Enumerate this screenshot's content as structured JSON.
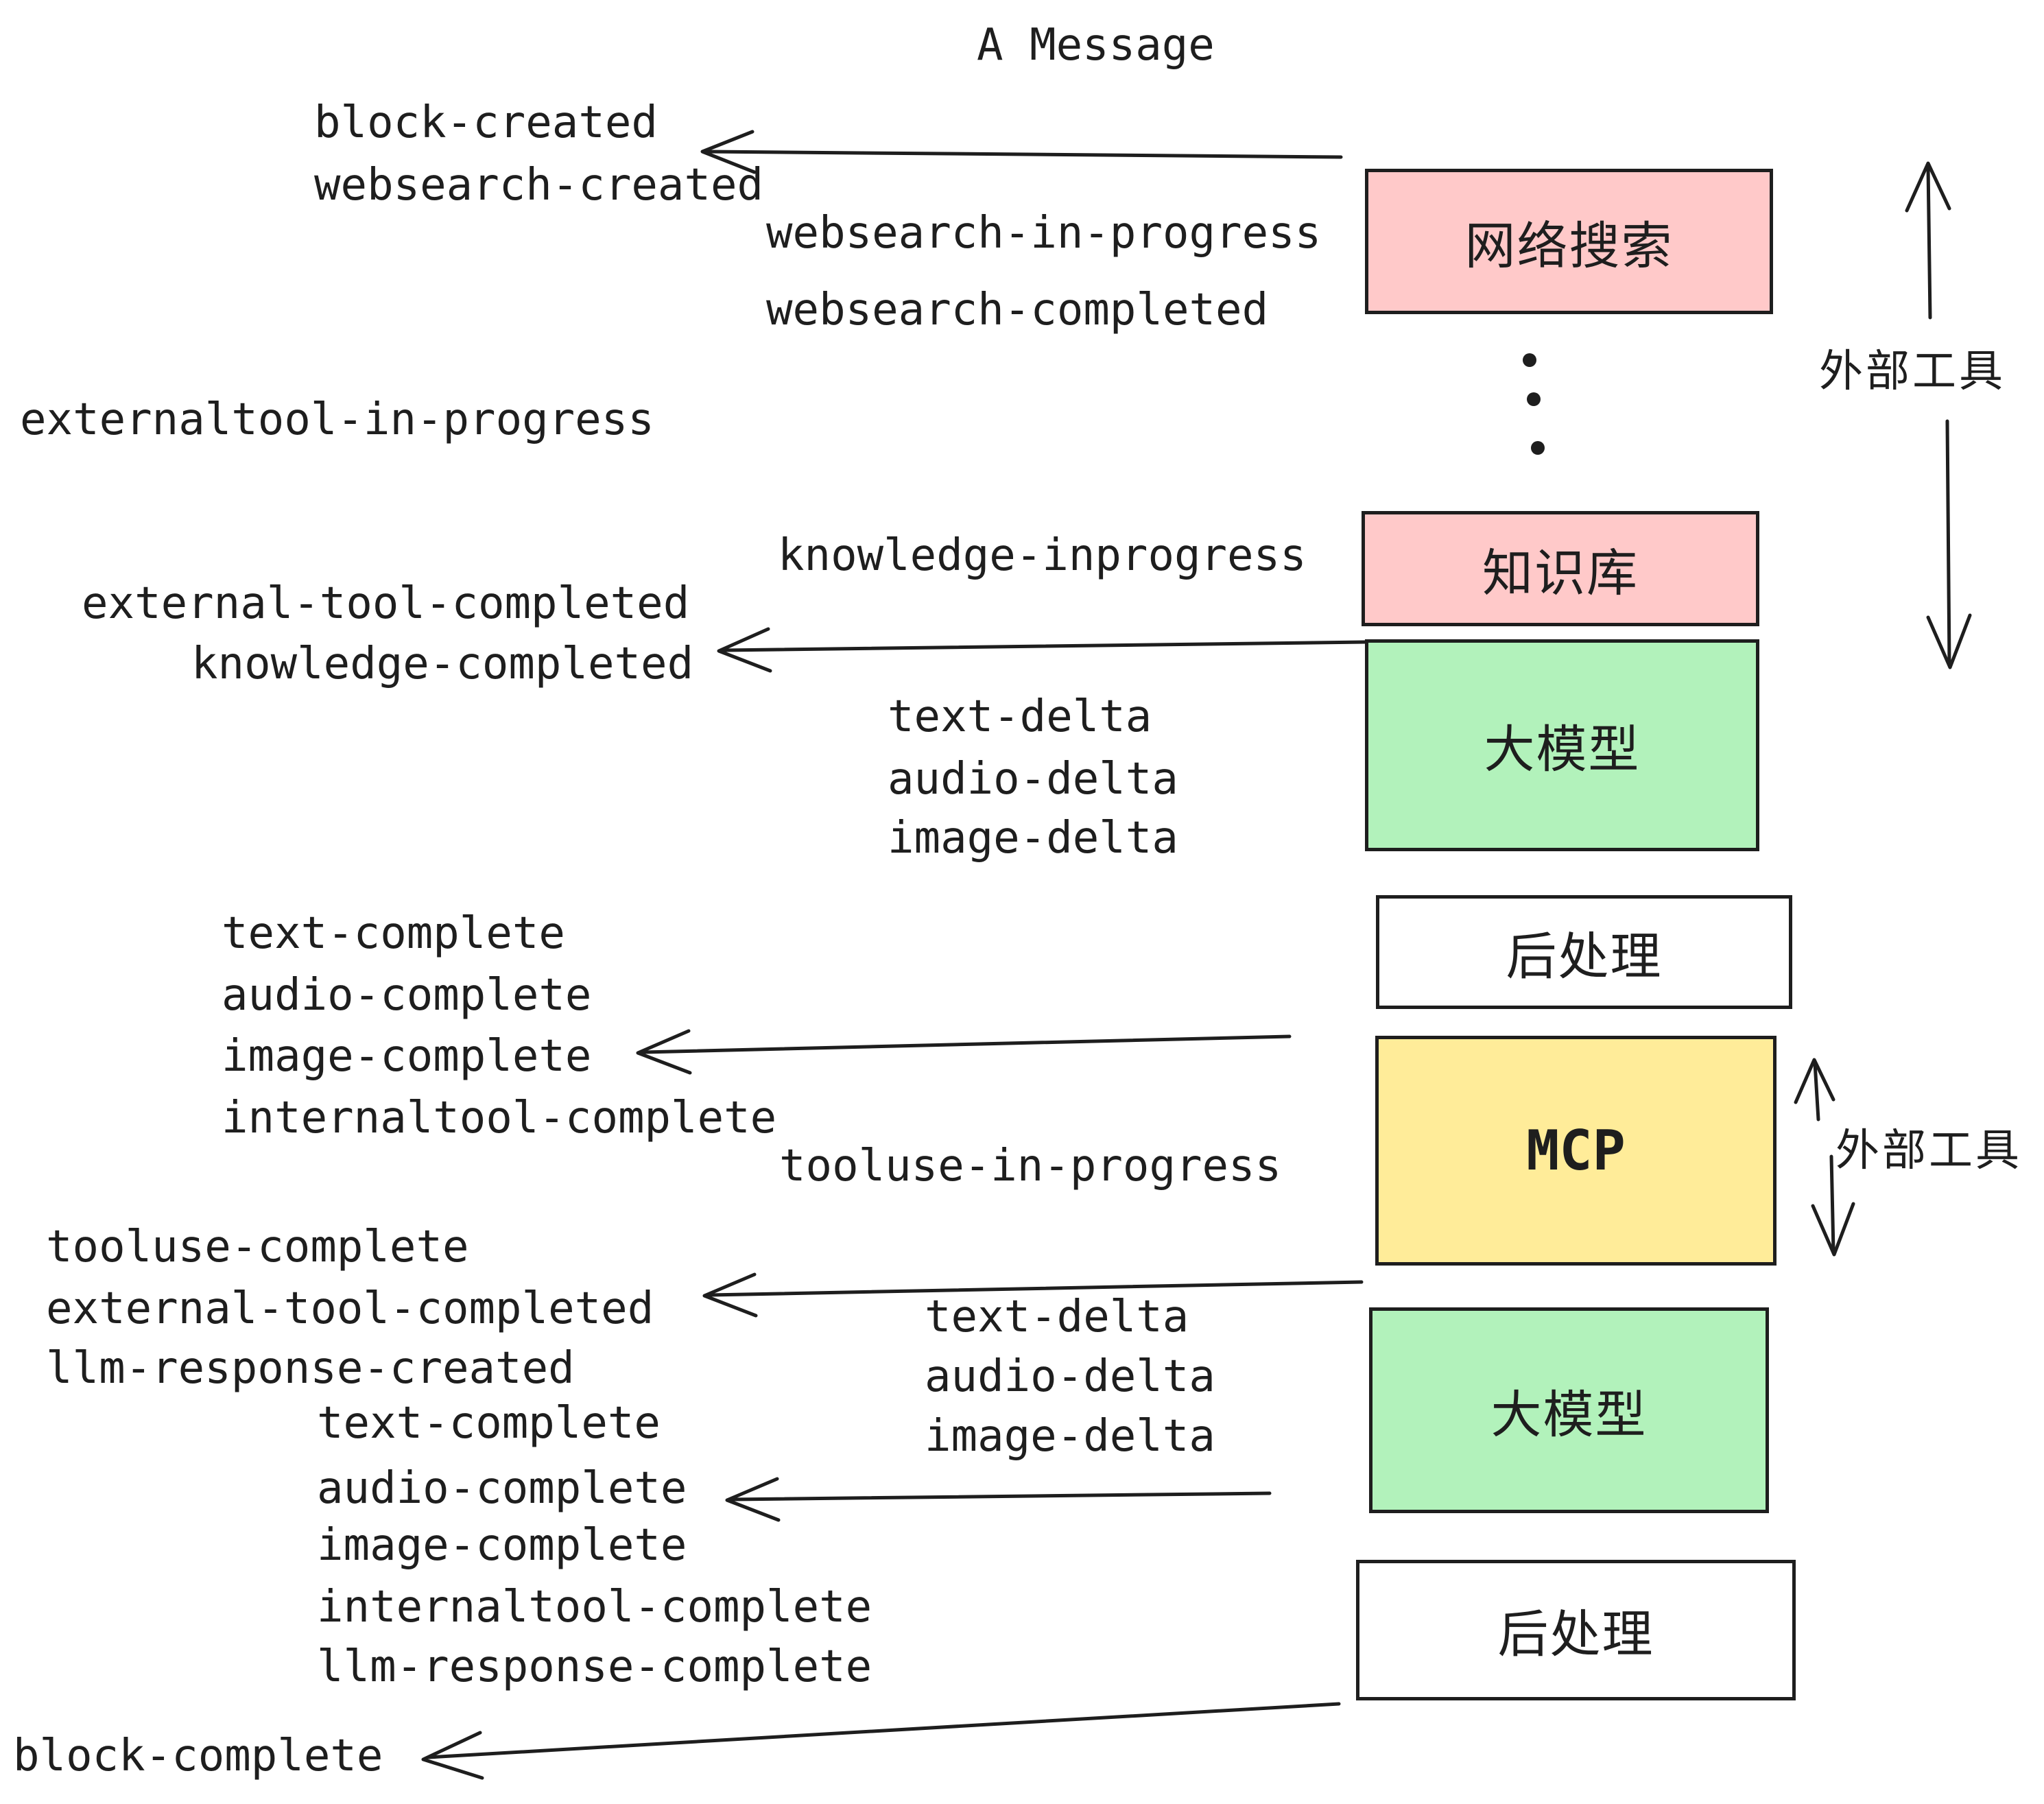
{
  "title": "A Message",
  "events": {
    "block_created": "block-created",
    "websearch_created": "websearch-created",
    "websearch_in_progress": "websearch-in-progress",
    "websearch_completed": "websearch-completed",
    "externaltool_in_progress": "externaltool-in-progress",
    "knowledge_inprogress": "knowledge-inprogress",
    "external_tool_completed": "external-tool-completed",
    "knowledge_completed": "knowledge-completed",
    "text_delta": "text-delta",
    "audio_delta": "audio-delta",
    "image_delta": "image-delta",
    "text_complete": "text-complete",
    "audio_complete": "audio-complete",
    "image_complete": "image-complete",
    "internaltool_complete": "internaltool-complete",
    "tooluse_in_progress": "tooluse-in-progress",
    "tooluse_complete": "tooluse-complete",
    "llm_response_created": "llm-response-created",
    "llm_response_complete": "llm-response-complete",
    "block_complete": "block-complete"
  },
  "boxes": {
    "websearch": {
      "label": "网络搜索",
      "fill": "#ffc9c9"
    },
    "knowledge": {
      "label": "知识库",
      "fill": "#ffc9c9"
    },
    "llm_top": {
      "label": "大模型",
      "fill": "#b2f2bb"
    },
    "post_top": {
      "label": "后处理",
      "fill": "#ffffff"
    },
    "mcp": {
      "label": "MCP",
      "fill": "#ffec99"
    },
    "llm_bottom": {
      "label": "大模型",
      "fill": "#b2f2bb"
    },
    "post_bottom": {
      "label": "后处理",
      "fill": "#ffffff"
    }
  },
  "annotations": {
    "external_tools": "外部工具"
  },
  "colors": {
    "text": "#1e1e1e",
    "box_border": "#1e1e1e",
    "pink": "#ffc9c9",
    "green": "#b2f2bb",
    "yellow": "#ffec99",
    "white": "#ffffff"
  }
}
